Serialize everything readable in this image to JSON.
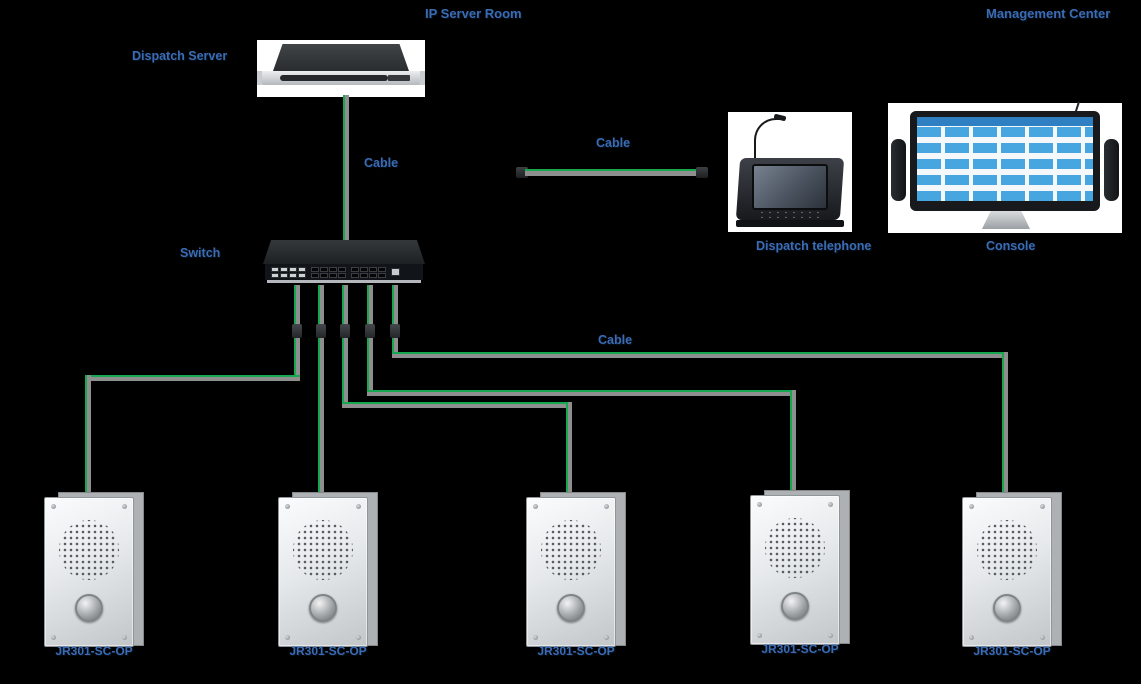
{
  "diagram": {
    "background_color": "#000000",
    "cable_color": "#17a74e",
    "label_color": "#3a6cb4",
    "zone_labels": {
      "server_room": "IP Server Room",
      "management_center": "Management Center"
    },
    "nodes": {
      "dispatch_server": {
        "label": "Dispatch Server"
      },
      "switch": {
        "label": "Switch"
      },
      "dispatch_telephone": {
        "label": "Dispatch telephone"
      },
      "console": {
        "label": "Console"
      },
      "intercoms": [
        {
          "label": "JR301-SC-OP"
        },
        {
          "label": "JR301-SC-OP"
        },
        {
          "label": "JR301-SC-OP"
        },
        {
          "label": "JR301-SC-OP"
        },
        {
          "label": "JR301-SC-OP"
        }
      ]
    },
    "cable_labels": {
      "server_to_switch": "Cable",
      "switch_to_dispatch": "Cable",
      "switch_to_intercoms": "Cable"
    }
  }
}
